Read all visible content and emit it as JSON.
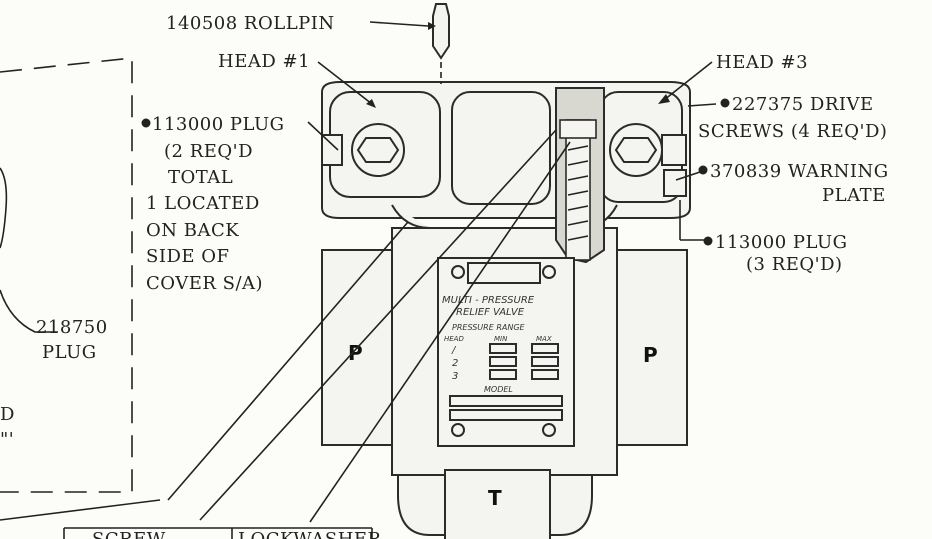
{
  "labels": {
    "rollpin": "140508 ROLLPIN",
    "head1": "HEAD #1",
    "head3": "HEAD #3",
    "plug_left_1": "113000 PLUG",
    "plug_left_2": "(2 REQ'D",
    "plug_left_3": "TOTAL",
    "plug_left_4": "1 LOCATED",
    "plug_left_5": "ON BACK",
    "plug_left_6": "SIDE OF",
    "plug_left_7": "COVER S/A)",
    "drive_1": "227375 DRIVE",
    "drive_2": "SCREWS (4 REQ'D)",
    "warning_1": "370839 WARNING",
    "warning_2": "PLATE",
    "plug_right_1": "113000 PLUG",
    "plug_right_2": "(3 REQ'D)",
    "plug218_1": "218750",
    "plug218_2": "PLUG",
    "cut_d": "D",
    "cut_quote": "\"'",
    "table_screw": "SCREW",
    "table_lockwasher": "LOCKWASHER"
  },
  "nameplate": {
    "title_1": "MULTI - PRESSURE",
    "title_2": "RELIEF VALVE",
    "range": "PRESSURE RANGE",
    "col_head": "HEAD",
    "col_min": "MIN",
    "col_max": "MAX",
    "row1": "/",
    "row2": "2",
    "row3": "3",
    "model": "MODEL"
  },
  "port_marks": {
    "left": "P",
    "right": "P",
    "bottom": "T"
  }
}
